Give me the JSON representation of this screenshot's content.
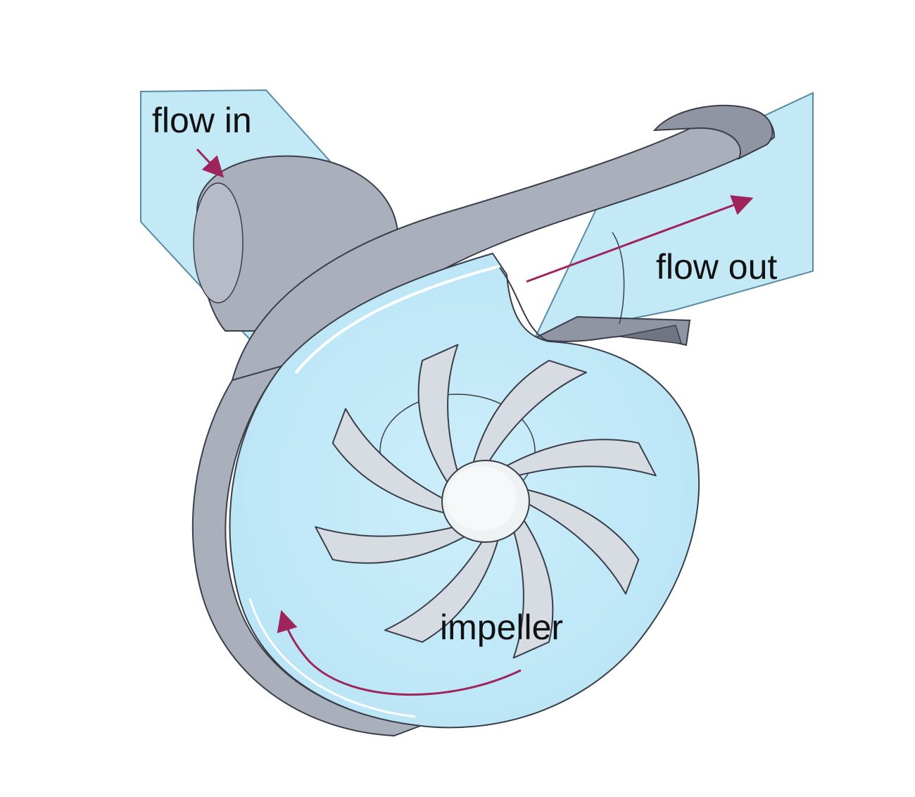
{
  "labels": {
    "flow_in": "flow in",
    "flow_out": "flow out",
    "impeller": "impeller"
  },
  "colors": {
    "fluid": "#c3e9f7",
    "casing": "#a9afbb",
    "casing_dark": "#8f95a2",
    "blade": "#d7dbe2",
    "hub": "#eef2f3",
    "outline": "#3a3e48",
    "arrow": "#a0245c"
  },
  "impeller": {
    "blade_count": 8
  }
}
